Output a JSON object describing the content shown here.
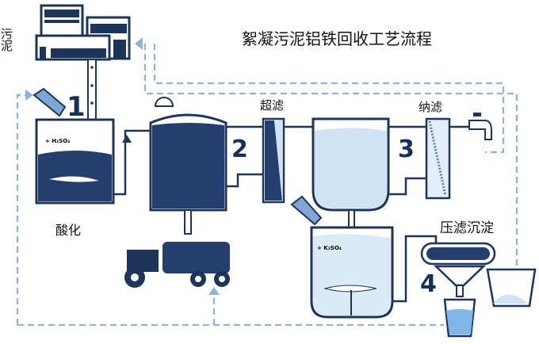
{
  "title": "絮凝污泥铝铁回收工艺流程",
  "labels": {
    "sludge": "污泥",
    "acidification": "酸化",
    "ultrafiltration": "超滤",
    "nanofiltration": "纳滤",
    "press_filter_precipitation": "压滤沉淀"
  },
  "steps": [
    "1",
    "2",
    "3",
    "4"
  ],
  "chemicals": {
    "acid": "+ H₂SO₄",
    "salt": "+ K₂SO₄"
  },
  "colors": {
    "dark_navy": "#1c3559",
    "dark_liquid": "#243f6e",
    "light_liquid": "#cfe3f5",
    "dashed_line": "#8fb3d9",
    "beaker": "#7fa6d4"
  }
}
